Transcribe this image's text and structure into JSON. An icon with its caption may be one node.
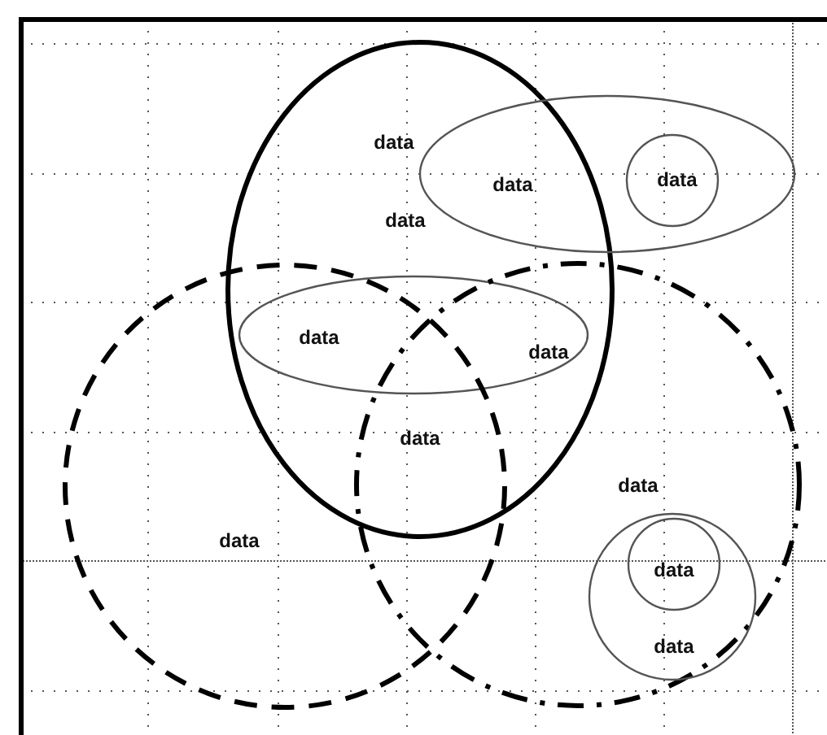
{
  "diagram": {
    "nodes": [
      {
        "text": [
          "data",
          "data",
          "data"
        ]
      },
      {
        "text": [
          "data"
        ]
      },
      {
        "text": [
          "data"
        ],
        "in": 1
      },
      {
        "text": [
          "data",
          "data"
        ],
        "in": 0
      },
      {
        "text": [
          "data"
        ]
      },
      {
        "text": [
          "data"
        ]
      },
      {
        "text": [
          "data"
        ],
        "in": 5
      },
      {
        "text": [
          "data"
        ],
        "in": 6
      }
    ]
  }
}
